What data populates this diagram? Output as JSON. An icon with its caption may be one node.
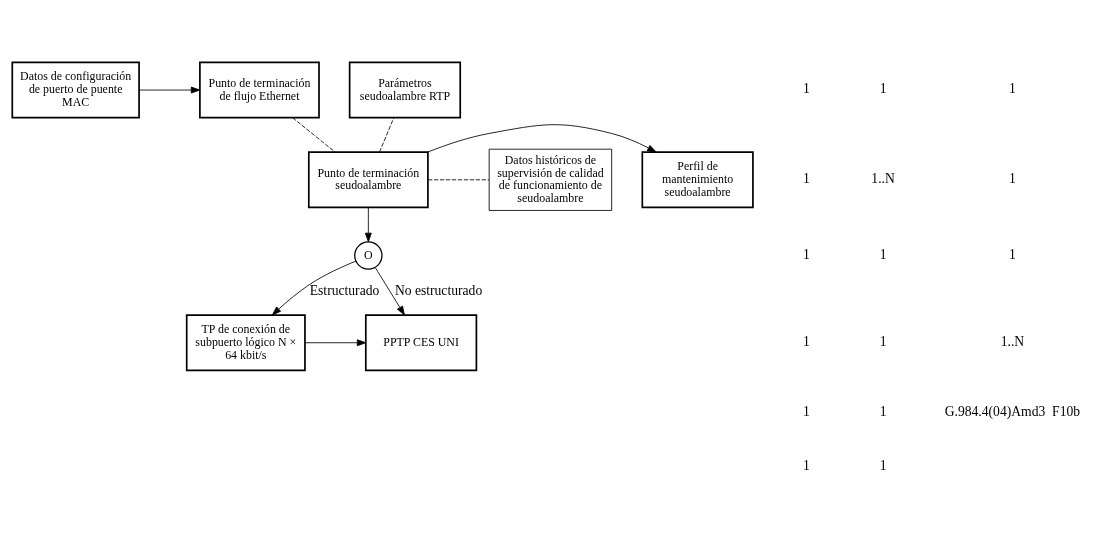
{
  "diagram": {
    "nodes": [
      {
        "text": [
          "Datos de configuración de puerto de puente MAC"
        ]
      },
      {
        "text": [
          "Punto de terminación de flujo Ethernet"
        ]
      },
      {
        "text": [
          "Parámetros seudoalambre RTP"
        ]
      },
      {
        "text": [
          "Perfil de mantenimiento seudoalambre"
        ]
      },
      {
        "text": [
          "Punto de terminación seudoalambre"
        ]
      },
      {
        "text": [
          "Datos históricos de supervisión de calidad de funcionamiento de seudoalambre"
        ]
      },
      {
        "text": [
          "O"
        ]
      },
      {
        "text": [
          "TP de conexión de subpuerto lógico N × 64 kbit/s"
        ]
      },
      {
        "text": [
          "PPTP CES UNI"
        ]
      }
    ],
    "edges": [
      {
        "from": 0,
        "to": 1,
        "arrow": "to"
      },
      {
        "from": 1,
        "to": 4,
        "arrow": "none",
        "style": "dashed"
      },
      {
        "from": 4,
        "to": 3,
        "arrow": "to"
      },
      {
        "from": 4,
        "to": 2,
        "arrow": "none",
        "style": "dashed"
      },
      {
        "from": 4,
        "to": 5,
        "arrow": "none",
        "style": "dashed"
      },
      {
        "from": 4,
        "to": 6,
        "arrow": "to"
      },
      {
        "from": 6,
        "to": 7,
        "arrow": "to",
        "label": "Estructurado"
      },
      {
        "from": 6,
        "to": 8,
        "arrow": "to",
        "label": "No estructurado"
      },
      {
        "from": 7,
        "to": 8,
        "arrow": "to"
      }
    ],
    "labels": [
      "1",
      "1",
      "1",
      "1",
      "1",
      "1",
      "1",
      "1..N",
      "1",
      "1",
      "1",
      "1",
      "1",
      "1",
      "1",
      "1..N",
      "G.984.4(04)Amd3  F10b"
    ]
  }
}
